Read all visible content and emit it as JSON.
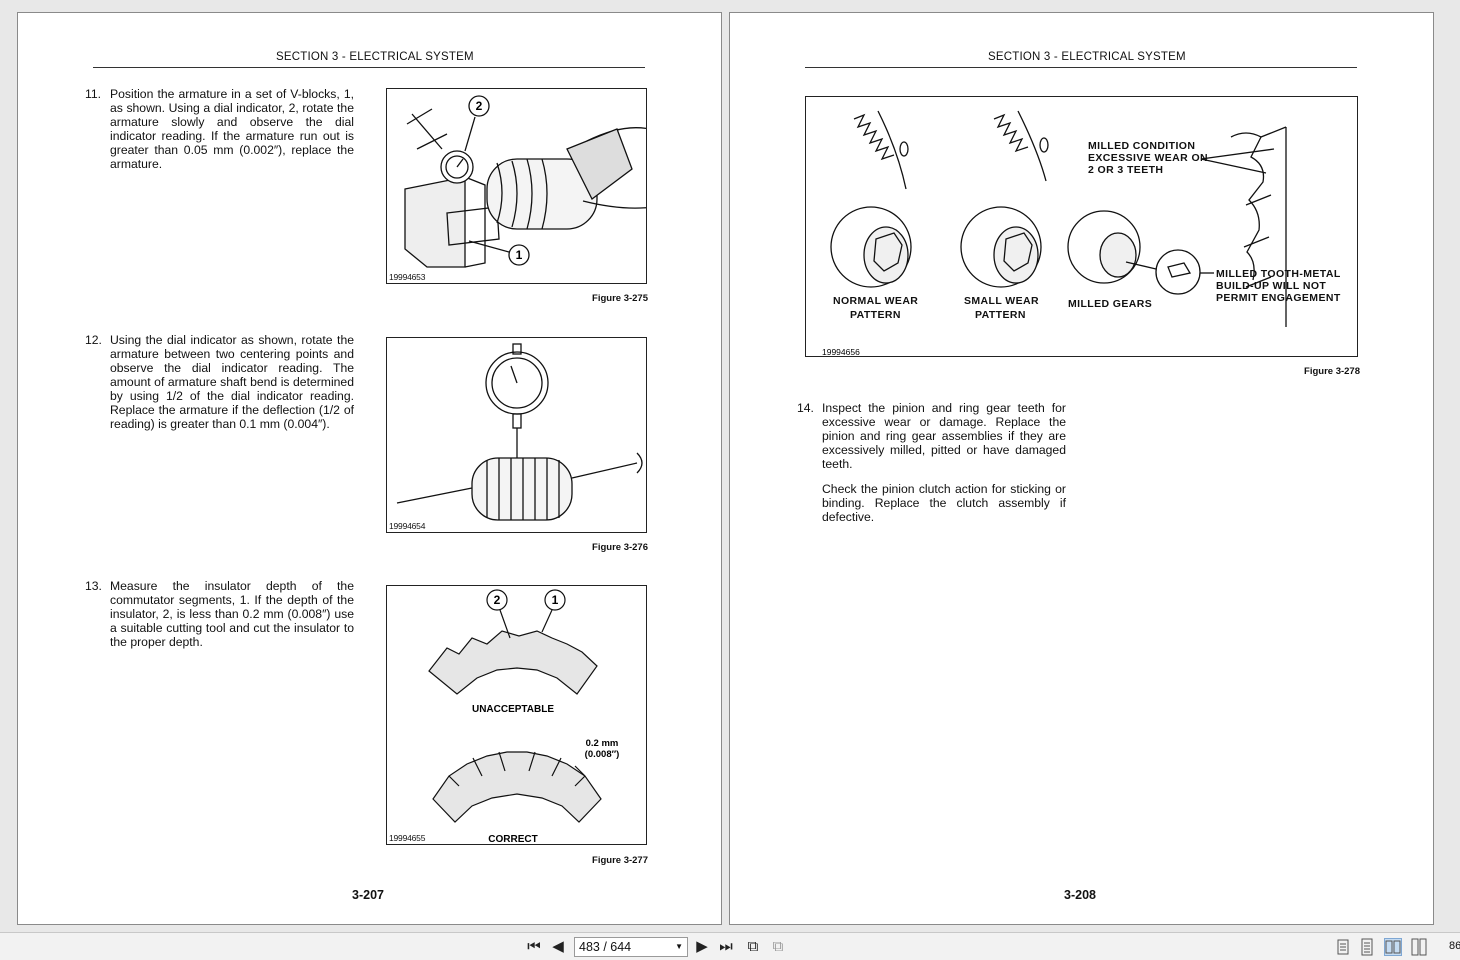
{
  "left_page": {
    "header": "SECTION 3 - ELECTRICAL SYSTEM",
    "page_number": "3-207",
    "steps": [
      {
        "num": "11.",
        "text": "Position the armature in a set of V-blocks, 1, as shown. Using a dial indicator, 2, rotate the armature slowly and observe the dial indicator reading. If the armature run out is greater than 0.05 mm (0.002″), replace the armature."
      },
      {
        "num": "12.",
        "text": "Using the dial indicator as shown, rotate the armature between two centering points and observe the dial indicator reading. The amount of armature shaft bend is determined by using 1/2 of the dial indicator reading. Replace the armature if the deflection (1/2 of reading) is greater than 0.1 mm (0.004″)."
      },
      {
        "num": "13.",
        "text": "Measure the insulator depth of the commutator segments, 1. If the depth of the insulator, 2, is less than 0.2 mm (0.008″) use a suitable cutting tool and cut the insulator to the proper depth."
      }
    ],
    "figures": [
      {
        "id": "19994653",
        "caption": "Figure 3-275",
        "callout_1": "1",
        "callout_2": "2"
      },
      {
        "id": "19994654",
        "caption": "Figure 3-276"
      },
      {
        "id": "19994655",
        "caption": "Figure 3-277",
        "callout_1": "1",
        "callout_2": "2",
        "label_bad": "UNACCEPTABLE",
        "label_good": "CORRECT",
        "dim_line1": "0.2 mm",
        "dim_line2": "(0.008″)"
      }
    ]
  },
  "right_page": {
    "header": "SECTION 3 - ELECTRICAL SYSTEM",
    "page_number": "3-208",
    "figure": {
      "id": "19994656",
      "caption": "Figure 3-278",
      "labels": {
        "normal_1": "NORMAL WEAR",
        "normal_2": "PATTERN",
        "small_1": "SMALL WEAR",
        "small_2": "PATTERN",
        "milled": "MILLED GEARS",
        "cond_1": "MILLED CONDITION",
        "cond_2": "EXCESSIVE WEAR ON",
        "cond_3": "2 OR 3 TEETH",
        "tooth_1": "MILLED TOOTH-METAL",
        "tooth_2": "BUILD-UP WILL NOT",
        "tooth_3": "PERMIT ENGAGEMENT"
      }
    },
    "steps": [
      {
        "num": "14.",
        "text": "Inspect the pinion and ring gear teeth for excessive wear or damage. Replace the pinion and ring gear assemblies if they are excessively milled, pitted or have damaged teeth."
      },
      {
        "num": "",
        "text": "Check the pinion clutch action for sticking or binding. Replace the clutch assembly if defective."
      }
    ]
  },
  "toolbar": {
    "page_field": "483 / 644",
    "zoom": "86"
  }
}
